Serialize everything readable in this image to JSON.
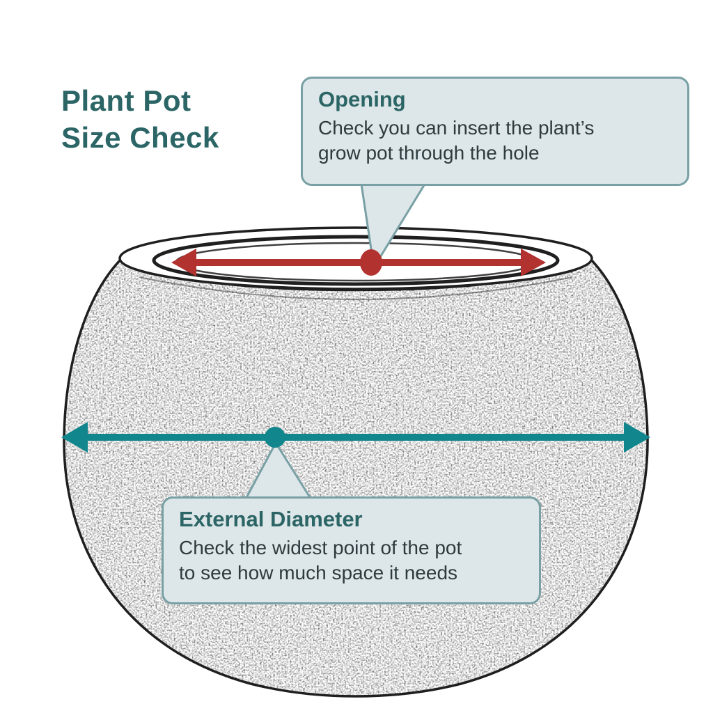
{
  "title": {
    "line1": "Plant Pot",
    "line2": "Size Check"
  },
  "callouts": {
    "opening": {
      "heading": "Opening",
      "body_line1": "Check you can insert the plant’s",
      "body_line2": "grow pot through the hole"
    },
    "external_diameter": {
      "heading": "External Diameter",
      "body_line1": "Check the widest point of the pot",
      "body_line2": "to see how much space it needs"
    }
  },
  "diagram": {
    "subject": "hand-sketched round plant pot, front view",
    "markers": {
      "opening_arrow": "red double-headed arrow across pot opening",
      "opening_point": "red measure dot at opening centre",
      "diameter_arrow": "teal double-headed arrow across widest point",
      "diameter_point": "teal measure dot on diameter line"
    }
  },
  "colors": {
    "teal_dark": "#2c6565",
    "body_text": "#2e3b3e",
    "callout_bg": "#dde6e8",
    "callout_border": "#78a0a5",
    "arrow_red": "#b23230",
    "arrow_teal": "#12868d",
    "pot_line": "#1f1f1f",
    "background": "#ffffff"
  }
}
